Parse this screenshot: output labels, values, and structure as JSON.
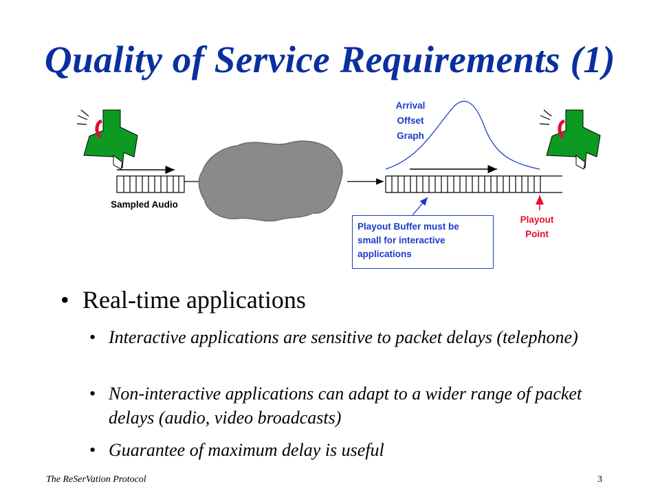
{
  "slide": {
    "title": "Quality of Service Requirements (1)",
    "footer_left": "The ReSerVation Protocol",
    "page_number": "3"
  },
  "diagram": {
    "sampled_audio_label": "Sampled Audio",
    "arrival_label_lines": [
      "Arrival",
      "Offset",
      "Graph"
    ],
    "playout_point_lines": [
      "Playout",
      "Point"
    ],
    "callout_lines": [
      "Playout Buffer must be",
      "small for interactive",
      "applications"
    ],
    "colors": {
      "title": "#0a2f9e",
      "callout": "#1a3cc7",
      "playout_point": "#e0102a",
      "person": "#0c9a22",
      "cloud": "#8a8a8a"
    },
    "icons": [
      "person-on-phone-icon",
      "network-cloud-icon"
    ]
  },
  "bullets": {
    "main": "Real-time applications",
    "sub": [
      "Interactive applications are sensitive to packet delays (telephone)",
      "Non-interactive applications can adapt to a wider range of packet delays (audio, video broadcasts)",
      "Guarantee of maximum delay is useful"
    ]
  }
}
